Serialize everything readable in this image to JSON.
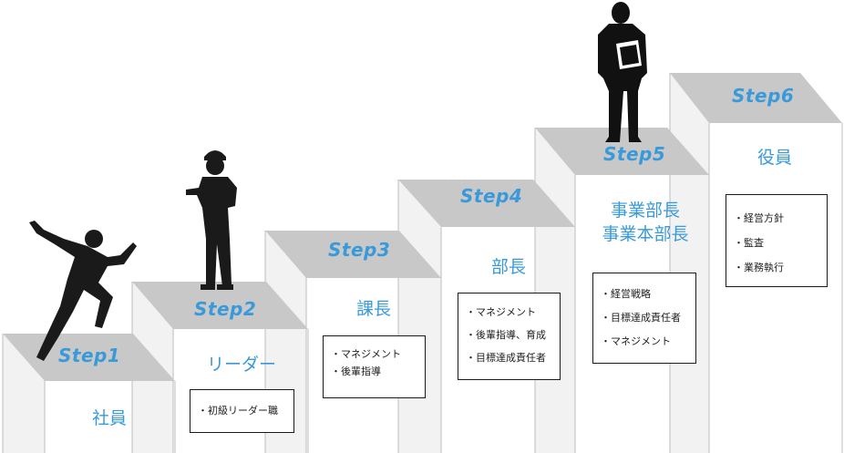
{
  "steps": [
    {
      "label": "Step1",
      "role_lines": [
        "社員"
      ],
      "items": []
    },
    {
      "label": "Step2",
      "role_lines": [
        "リーダー"
      ],
      "items": [
        "初級リーダー職"
      ]
    },
    {
      "label": "Step3",
      "role_lines": [
        "課長"
      ],
      "items": [
        "マネジメント",
        "後輩指導"
      ]
    },
    {
      "label": "Step4",
      "role_lines": [
        "部長"
      ],
      "items": [
        "マネジメント",
        "後輩指導、育成",
        "目標達成責任者"
      ]
    },
    {
      "label": "Step5",
      "role_lines": [
        "事業部長",
        "事業本部長"
      ],
      "items": [
        "経営戦略",
        "目標達成責任者",
        "マネジメント"
      ]
    },
    {
      "label": "Step6",
      "role_lines": [
        "役員"
      ],
      "items": [
        "経営方針",
        "監査",
        "業務執行"
      ]
    }
  ],
  "colors": {
    "accent": "#3a9ad9",
    "tread": "#c8c8c8",
    "edge": "#bdbdbd",
    "figure": "#111111"
  },
  "figures": [
    "running-person-icon",
    "worker-with-helmet-icon",
    "person-with-clipboard-icon"
  ]
}
